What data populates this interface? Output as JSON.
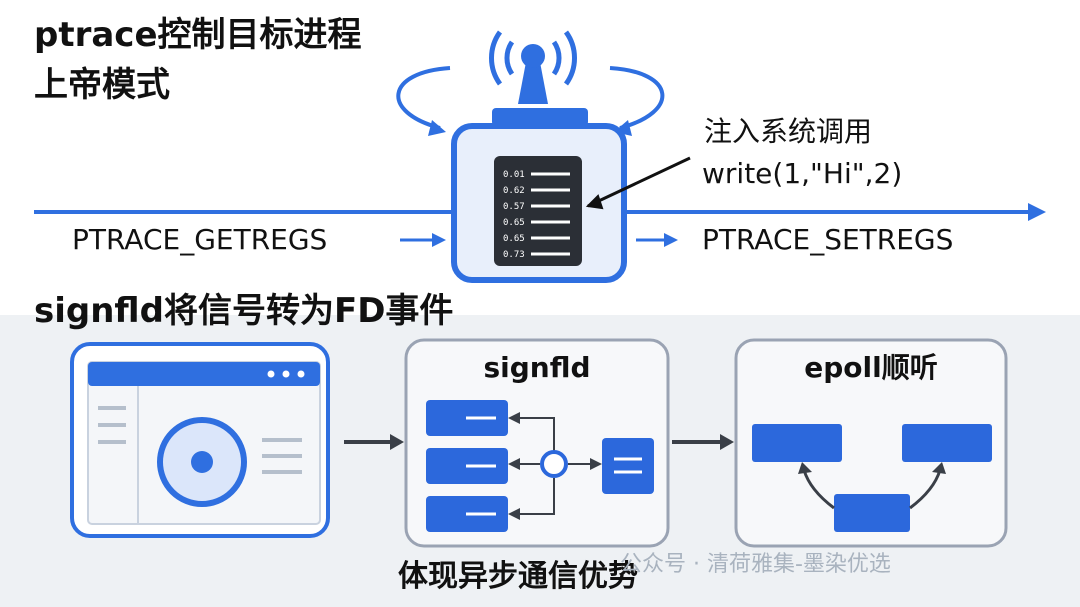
{
  "section1": {
    "title_line1": "ptrace控制目标进程",
    "title_line2": "上帝模式",
    "inject_label": "注入系统调用",
    "inject_call": "write(1,\"Hi\",2)",
    "left_label": "PTRACE_GETREGS",
    "right_label": "PTRACE_SETREGS",
    "register_values": [
      "0.01",
      "0.62",
      "0.57",
      "0.65",
      "0.65",
      "0.73"
    ]
  },
  "section2": {
    "title": "signfld将信号转为FD事件",
    "box_signfd_title": "signfld",
    "box_epoll_title": "epoll顺听",
    "caption": "体现异步通信优势"
  },
  "watermark": {
    "text": "公众号 · 清荷雅集-墨染优选"
  },
  "colors": {
    "accent_blue": "#2f6fe0",
    "box_blue": "#2c68dc",
    "card_border": "#9aa3b3",
    "bottom_bg": "#eef1f4",
    "panel_dark": "#2b2f36"
  }
}
